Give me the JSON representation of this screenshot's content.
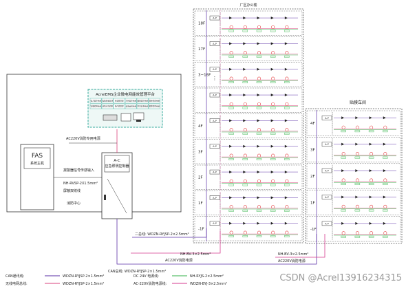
{
  "colors": {
    "can_bus": "#5a2ea6",
    "fire_link": "#d9417c",
    "dc24": "#33b24a",
    "ac220": "#d53a8f",
    "cloud_box": "#32a89a",
    "frame": "#333333",
    "lamp_red": "#e23b3b"
  },
  "building_office": {
    "title": "厂区办公楼",
    "floors": [
      "18F",
      "17F",
      "3~16F",
      "",
      "4F",
      "3F",
      "2F",
      "1F",
      "-1F"
    ]
  },
  "building_workshop": {
    "title": "贴膜车间",
    "floors": [
      "4F",
      "3F",
      "2F",
      "1F",
      "-1F"
    ]
  },
  "platform": {
    "title": "AcrelEMS企业微电网能效管理平台",
    "cells": [
      "电力监控系统",
      "电能质量监测",
      "充电桩管理",
      "光伏监控系统",
      "储能监控系统",
      "能耗管理系统",
      "智能照明系统",
      "消防应急照明",
      "预付费管理",
      "设备运维系统",
      "环境监测系统",
      "报警管理系统"
    ]
  },
  "fas": {
    "title": "FAS",
    "subtitle": "系统主机"
  },
  "controller": {
    "title": "A-C",
    "subtitle": "应急照明控制器"
  },
  "labels": {
    "ac_power": "AC220V消防专用电源",
    "alarm_input": "报警器信号传感输入",
    "cable": "NH-RVSP-2X1.5mm²",
    "shield": "屏蔽双绞线",
    "fire_center": "消防中心",
    "trunk_2": "二总线: WDZN-RYJSP-2×2.5mm²",
    "can_trunk": "CAN总线: WDZN-RYJSP-2×1.5mm²",
    "nh_office": "NH-BV-3×2.5mm²",
    "ac_office": "AC220V消防电源",
    "nh_workshop": "NH-BV-3×2.5mm²",
    "ac_workshop": "AC220V消防电源",
    "cabinet_box": "A-P",
    "dots": "·\n·\n·"
  },
  "legend": [
    {
      "name": "CAN通讯线:",
      "spec": "WDZN-RYJSP-2×1.5mm²",
      "color": "#5a2ea6"
    },
    {
      "name": "无线电网总线:",
      "spec": "WDZN-RYJSP-2×1.5mm²",
      "color": "#d9417c"
    },
    {
      "name": "DC 24V 电源线:",
      "spec": "NH-RYJS-2×2.5mm²",
      "color": "#33b24a"
    },
    {
      "name": "AC-220V消防电源线:",
      "spec": "WDZN-BYJ-3×2.5mm²",
      "color": "#d53a8f"
    }
  ],
  "watermark": "CSDN @Acrel13916234315"
}
